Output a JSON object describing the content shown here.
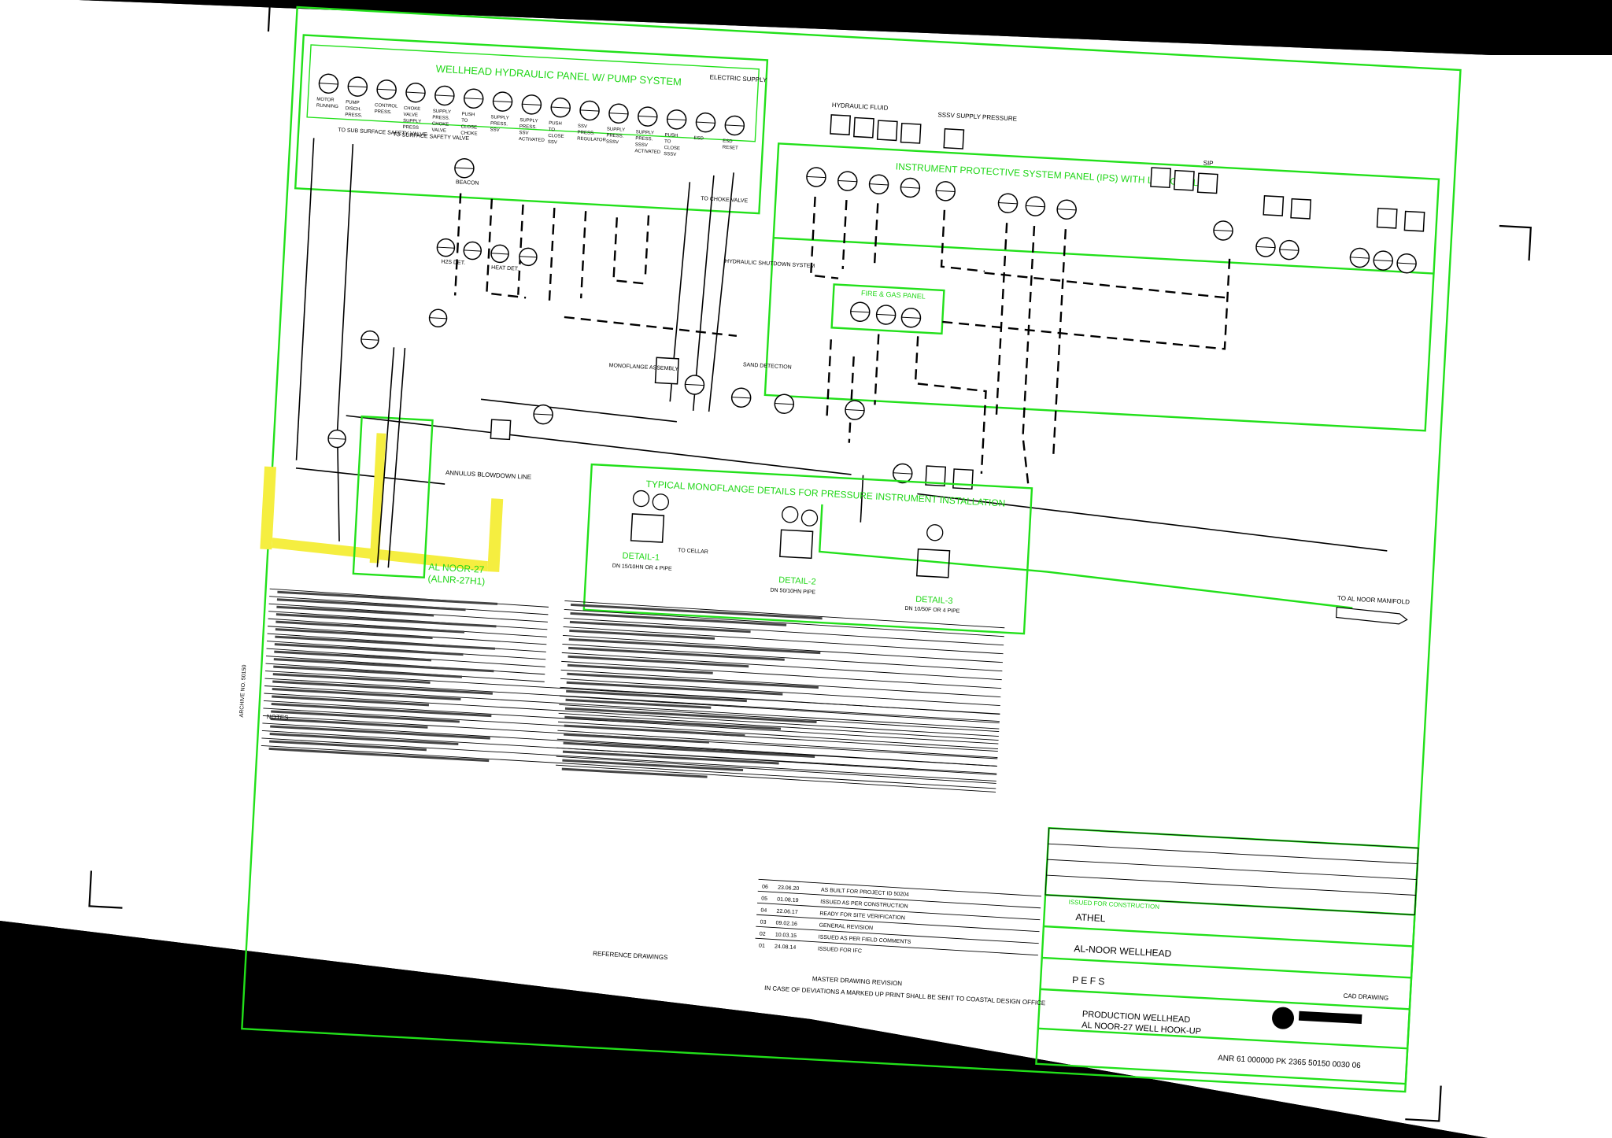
{
  "drawing": {
    "panels": {
      "wellhead_panel": "WELLHEAD HYDRAULIC PANEL W/ PUMP SYSTEM",
      "ips_panel": "INSTRUMENT PROTECTIVE SYSTEM PANEL (IPS) WITH LOGIC SOLVER",
      "monoflange": "TYPICAL MONOFLANGE DETAILS FOR PRESSURE INSTRUMENT INSTALLATION",
      "fire_gas_panel": "FIRE & GAS PANEL"
    },
    "wellhead_indicators": [
      "MOTOR RUNNING",
      "PUMP DISCH. PRESS.",
      "CONTROL PRESS.",
      "CHOKE VALVE SUPPLY PRESS",
      "SUPPLY PRESS. CHOKE VALVE ACTIVATED",
      "PUSH TO CLOSE CHOKE VALVE",
      "SUPPLY PRESS. SSV",
      "SUPPLY PRESS. SSV ACTIVATED",
      "PUSH TO CLOSE SSV",
      "SSV PRESS. REGULATOR",
      "SUPPLY PRESS. SSSV",
      "SUPPLY PRESS. SSSV ACTIVATED",
      "PUSH TO CLOSE SSSV",
      "ESD",
      "ESD RESET"
    ],
    "labels": {
      "ssv": "TO SUB SURFACE SAFETY VALVE",
      "surface_valve": "TO SURFACE SAFETY VALVE",
      "choke": "TO CHOKE VALVE",
      "hyd_shutdown": "HYDRAULIC SHUTDOWN SYSTEM",
      "well_name": "AL NOOR-27",
      "well_id": "(ALNR-27H1)",
      "hydraulic_fluid": "HYDRAULIC FLUID",
      "electric_supply": "ELECTRIC SUPPLY",
      "to_manifold": "TO AL NOOR MANIFOLD",
      "annulus": "ANNULUS BLOWDOWN LINE",
      "sand_probe": "SAND DETECTION",
      "ssv_pressure": "SSSV SUPPLY PRESSURE",
      "sip": "SIP",
      "heat_det": "HEAT DET.",
      "h2s_det": "H2S DET.",
      "beacon": "BEACON",
      "detail_1": "DETAIL-1",
      "detail_2": "DETAIL-2",
      "detail_3": "DETAIL-3",
      "detail_1_sub": "DN 15/10HN OR 4 PIPE",
      "detail_2_sub": "DN 50/10HN PIPE",
      "detail_3_sub": "DN 10/50F OR 4 PIPE",
      "to_cellar": "TO CELLAR",
      "monoflange_asm": "MONOFLANGE ASSEMBLY"
    },
    "notes_title": "NOTES",
    "master_revision": "MASTER DRAWING REVISION",
    "reference": "REFERENCE DRAWINGS",
    "title_block": {
      "client": "ATHEL",
      "project": "AL-NOOR WELLHEAD",
      "facility": "P E F S",
      "title_1": "PRODUCTION WELLHEAD",
      "title_2": "AL NOOR-27 WELL HOOK-UP",
      "drawing_no": "ANR 61 000000 PK 2365 50150 0030 06",
      "cad": "CAD DRAWING",
      "status": "ISSUED FOR CONSTRUCTION",
      "revisions": [
        {
          "rev": "06",
          "date": "23.06.20",
          "desc": "AS BUILT FOR PROJECT ID 50204"
        },
        {
          "rev": "05",
          "date": "01.08.19",
          "desc": "ISSUED AS PER CONSTRUCTION"
        },
        {
          "rev": "04",
          "date": "22.06.17",
          "desc": "READY FOR SITE VERIFICATION"
        },
        {
          "rev": "03",
          "date": "09.02.16",
          "desc": "GENERAL REVISION"
        },
        {
          "rev": "02",
          "date": "10.03.15",
          "desc": "ISSUED AS PER FIELD COMMENTS"
        },
        {
          "rev": "01",
          "date": "24.08.14",
          "desc": "ISSUED FOR IFC"
        }
      ]
    },
    "footnote": "IN CASE OF DEVIATIONS A MARKED UP PRINT SHALL BE SENT TO COASTAL DESIGN OFFICE",
    "side_note": "ARCHIVE NO. 50150"
  }
}
